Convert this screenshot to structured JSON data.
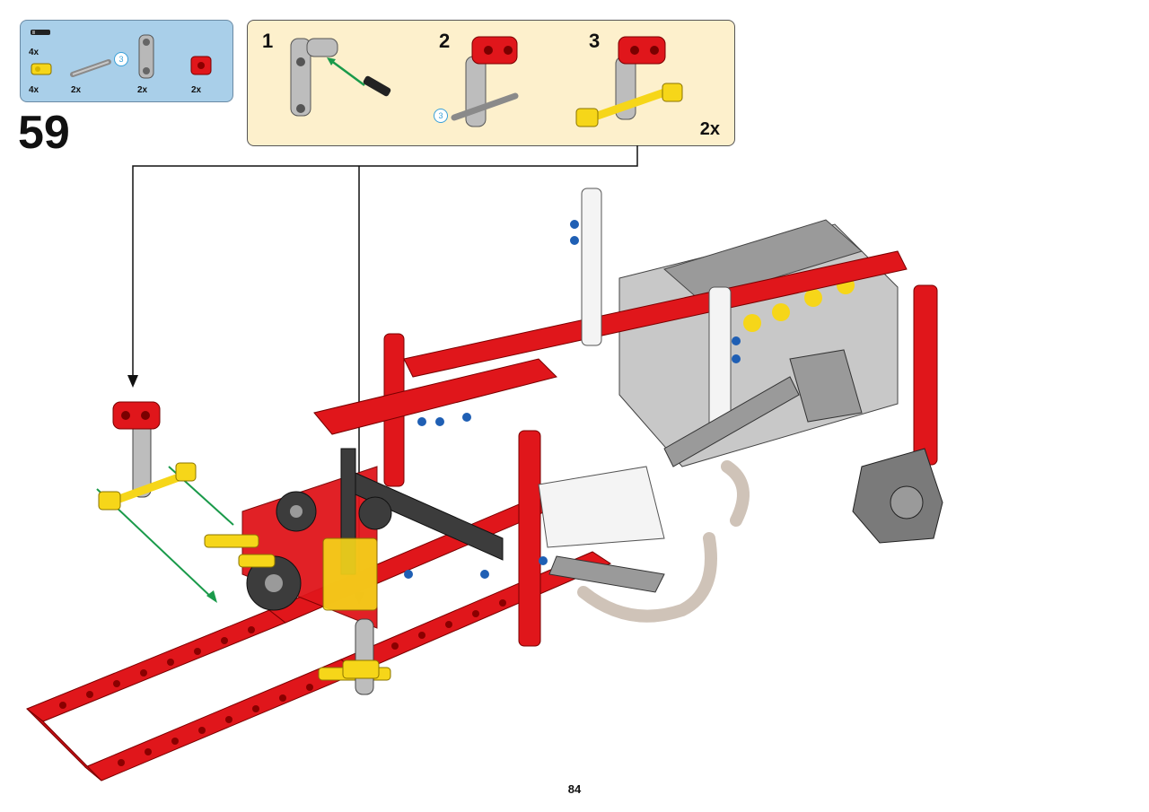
{
  "step": "59",
  "page_number": "84",
  "parts_list": {
    "parts": [
      {
        "name": "black-friction-pin",
        "qty": "4x"
      },
      {
        "name": "yellow-axle-connector",
        "qty": "4x"
      },
      {
        "name": "grey-axle-3",
        "qty": "2x",
        "length_badge": "3"
      },
      {
        "name": "grey-beam-connector",
        "qty": "2x"
      },
      {
        "name": "red-connector",
        "qty": "2x"
      }
    ]
  },
  "sub_assembly": {
    "steps": [
      {
        "number": "1"
      },
      {
        "number": "2",
        "length_badge": "3"
      },
      {
        "number": "3"
      }
    ],
    "multiplier": "2x"
  },
  "colors": {
    "red": "#e0161b",
    "yellow": "#f6d619",
    "grey": "#b4b4b4",
    "dark": "#3c3c3c",
    "blue": "#1f5fb4",
    "arrow_green": "#1a9a4a",
    "white_part": "#f4f4f4"
  }
}
